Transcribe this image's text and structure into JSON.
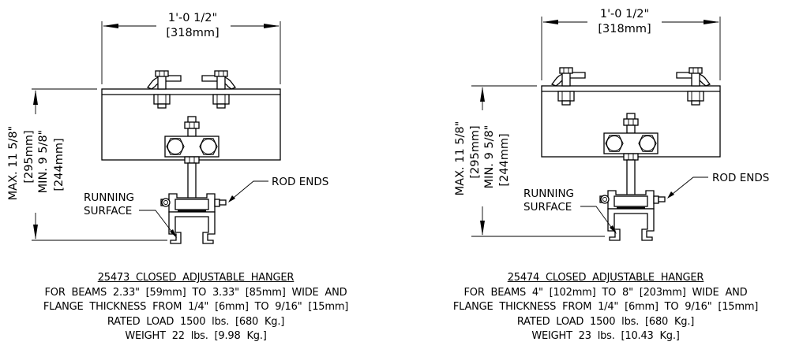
{
  "drawings": [
    {
      "id": "25473",
      "width_dimension": {
        "imperial": "1'-0 1/2\"",
        "metric": "[318mm]"
      },
      "max_height": {
        "imperial": "MAX. 11 5/8\"",
        "metric": "[295mm]"
      },
      "min_height": {
        "imperial": "MIN. 9 5/8\"",
        "metric": "[244mm]"
      },
      "callouts": {
        "rod_ends": "ROD  ENDS",
        "running_surface_line1": "RUNNING",
        "running_surface_line2": "SURFACE"
      },
      "caption": {
        "title": "25473  CLOSED  ADJUSTABLE  HANGER",
        "line1": "FOR  BEAMS  2.33\"  [59mm]  TO  3.33\"  [85mm]  WIDE  AND",
        "line2": "FLANGE  THICKNESS  FROM  1/4\"  [6mm]  TO  9/16\"  [15mm]",
        "line3": "RATED  LOAD  1500  lbs.  [680  Kg.]",
        "line4": "WEIGHT  22  lbs.  [9.98  Kg.]"
      }
    },
    {
      "id": "25474",
      "width_dimension": {
        "imperial": "1'-0 1/2\"",
        "metric": "[318mm]"
      },
      "max_height": {
        "imperial": "MAX. 11 5/8\"",
        "metric": "[295mm]"
      },
      "min_height": {
        "imperial": "MIN. 9 5/8\"",
        "metric": "[244mm]"
      },
      "callouts": {
        "rod_ends": "ROD  ENDS",
        "running_surface_line1": "RUNNING",
        "running_surface_line2": "SURFACE"
      },
      "caption": {
        "title": "25474  CLOSED  ADJUSTABLE  HANGER",
        "line1": "FOR  BEAMS  4\"  [102mm]  TO  8\"  [203mm]  WIDE  AND",
        "line2": "FLANGE  THICKNESS  FROM  1/4\"  [6mm]  TO  9/16\"  [15mm]",
        "line3": "RATED  LOAD  1500  lbs.  [680  Kg.]",
        "line4": "WEIGHT  23  lbs.  [10.43  Kg.]"
      }
    }
  ]
}
